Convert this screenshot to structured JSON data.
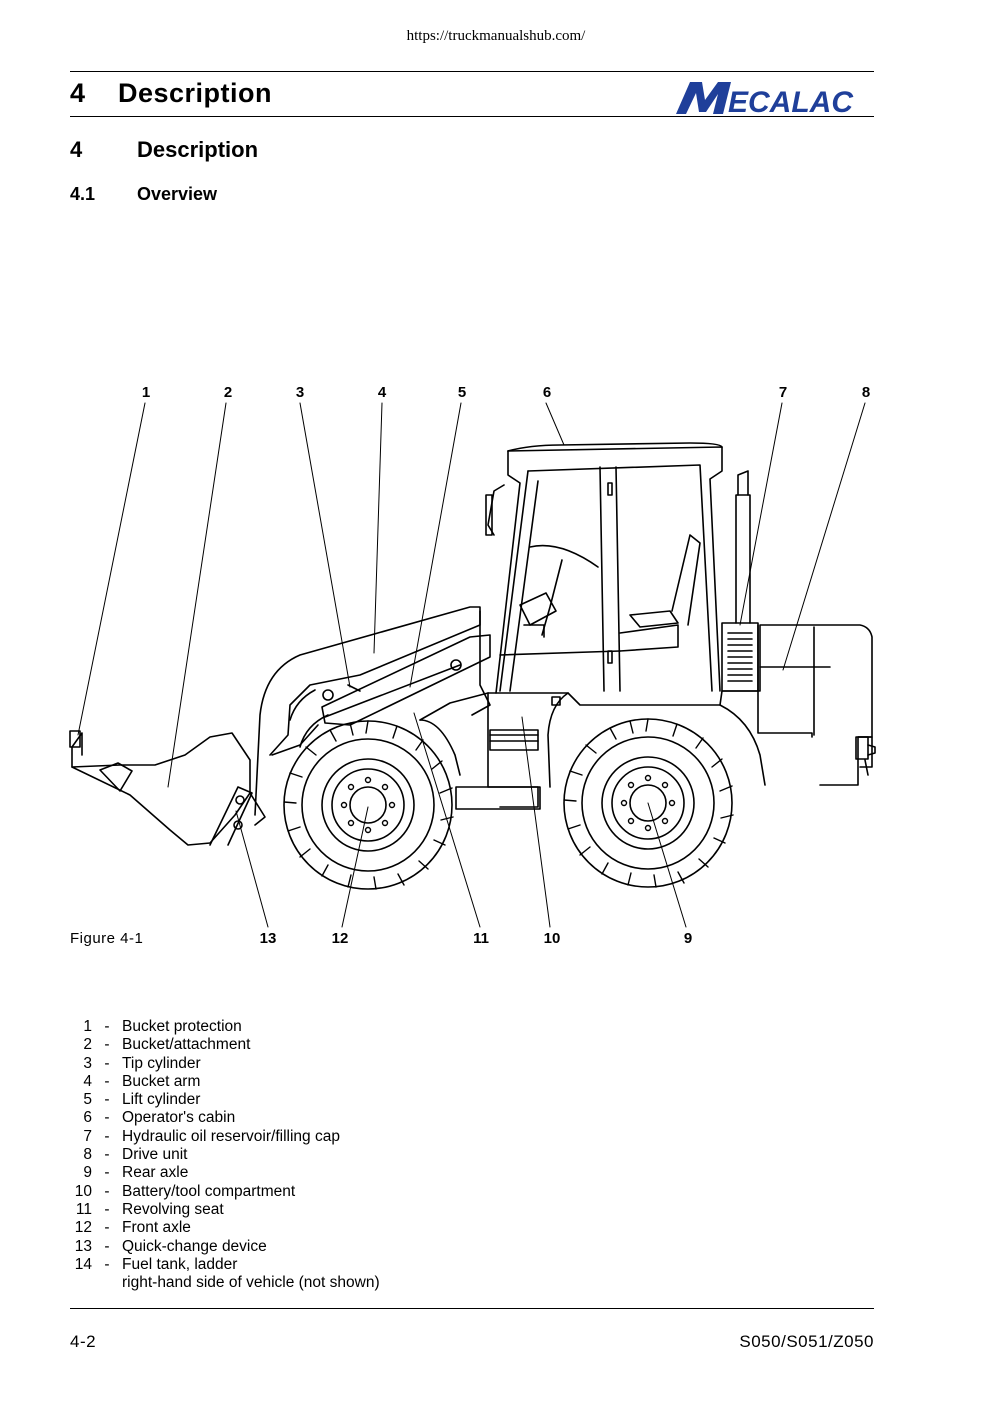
{
  "source_url": "https://truckmanualshub.com/",
  "header": {
    "section_num": "4",
    "section_title": "Description",
    "brand": "MECALAC"
  },
  "heading1": {
    "num": "4",
    "title": "Description"
  },
  "heading2": {
    "num": "4.1",
    "title": "Overview"
  },
  "figure": {
    "caption": "Figure 4-1",
    "callouts_top": [
      "1",
      "2",
      "3",
      "4",
      "5",
      "6",
      "7",
      "8"
    ],
    "callouts_bottom": [
      "13",
      "12",
      "11",
      "10",
      "9"
    ]
  },
  "legend": [
    {
      "num": "1",
      "dash": "-",
      "text": "Bucket protection"
    },
    {
      "num": "2",
      "dash": "-",
      "text": "Bucket/attachment"
    },
    {
      "num": "3",
      "dash": "-",
      "text": "Tip cylinder"
    },
    {
      "num": "4",
      "dash": "-",
      "text": "Bucket arm"
    },
    {
      "num": "5",
      "dash": "-",
      "text": "Lift cylinder"
    },
    {
      "num": "6",
      "dash": "-",
      "text": "Operator's cabin"
    },
    {
      "num": "7",
      "dash": "-",
      "text": "Hydraulic oil reservoir/filling cap"
    },
    {
      "num": "8",
      "dash": "-",
      "text": "Drive unit"
    },
    {
      "num": "9",
      "dash": "-",
      "text": "Rear axle"
    },
    {
      "num": "10",
      "dash": "-",
      "text": "Battery/tool compartment"
    },
    {
      "num": "11",
      "dash": "-",
      "text": "Revolving seat"
    },
    {
      "num": "12",
      "dash": "-",
      "text": "Front axle"
    },
    {
      "num": "13",
      "dash": "-",
      "text": "Quick-change device"
    },
    {
      "num": "14",
      "dash": "-",
      "text": "Fuel tank, ladder"
    },
    {
      "num": "",
      "dash": "",
      "text": "right-hand side of vehicle (not shown)"
    }
  ],
  "footer": {
    "page": "4-2",
    "model": "S050/S051/Z050"
  },
  "colors": {
    "brand_blue": "#1f3f9a",
    "ink": "#000000"
  }
}
